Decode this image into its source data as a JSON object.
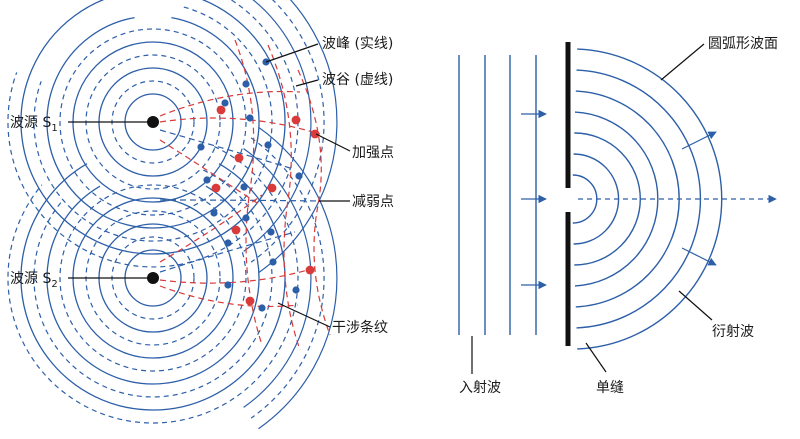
{
  "interference": {
    "source1_label": "波源 S",
    "source1_sub": "1",
    "source2_label": "波源 S",
    "source2_sub": "2",
    "crest_label": "波峰 (实线)",
    "trough_label": "波谷 (虚线)",
    "constructive_label": "加强点",
    "destructive_label": "减弱点",
    "fringe_label": "干涉条纹"
  },
  "diffraction": {
    "wavefront_label": "圆弧形波面",
    "diffracted_label": "衍射波",
    "incident_label": "入射波",
    "slit_label": "单缝"
  },
  "colors": {
    "wave": "#2d5fa8",
    "fringe": "#d93a3a",
    "point_blue": "#2d5fa8",
    "point_red": "#d93a3a",
    "ink": "#111111"
  }
}
